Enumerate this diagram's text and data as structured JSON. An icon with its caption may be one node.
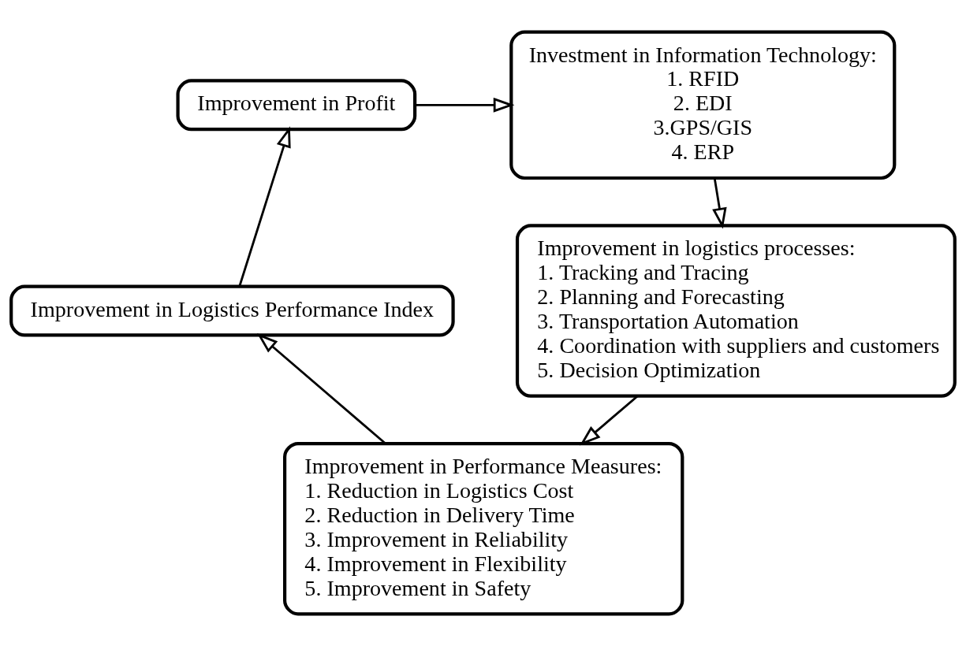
{
  "diagram": {
    "nodes": [
      {
        "text": [
          "Investment in Information Technology:",
          "1. RFID",
          "2. EDI",
          "3.GPS/GIS",
          "4. ERP"
        ]
      },
      {
        "text": [
          "Improvement in logistics processes:",
          "1. Tracking and Tracing",
          "2. Planning and Forecasting",
          "3. Transportation Automation",
          "4. Coordination with suppliers and customers",
          "5. Decision Optimization"
        ]
      },
      {
        "text": [
          "Improvement in Performance Measures:",
          "1. Reduction in Logistics Cost",
          "2. Reduction in Delivery Time",
          "3. Improvement in Reliability",
          "4. Improvement in Flexibility",
          "5. Improvement in Safety"
        ]
      },
      {
        "text": [
          "Improvement in Logistics Performance Index"
        ]
      },
      {
        "text": [
          "Improvement in Profit"
        ]
      }
    ],
    "edges": [
      {
        "from": 0,
        "to": 1,
        "arrow": "to"
      },
      {
        "from": 1,
        "to": 2,
        "arrow": "to"
      },
      {
        "from": 2,
        "to": 3,
        "arrow": "to"
      },
      {
        "from": 3,
        "to": 4,
        "arrow": "to"
      },
      {
        "from": 4,
        "to": 0,
        "arrow": "to"
      }
    ]
  }
}
